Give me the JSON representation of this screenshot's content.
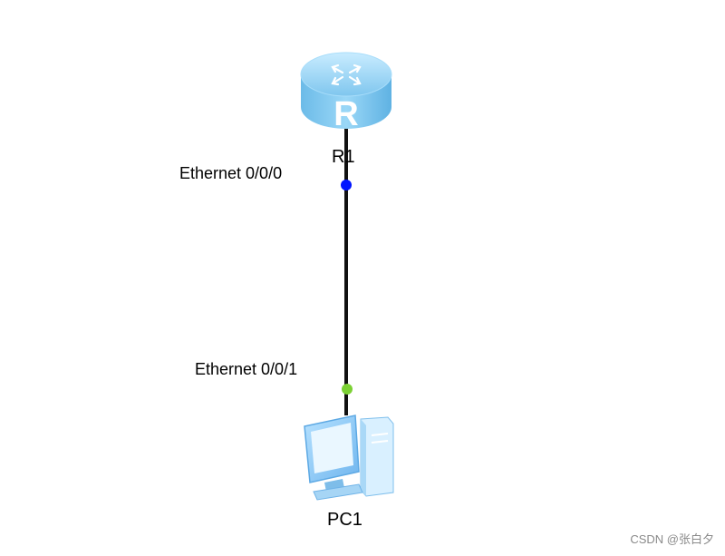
{
  "topology": {
    "router": {
      "name": "R1",
      "icon": "router-icon",
      "glyph": "R"
    },
    "pc": {
      "name": "PC1",
      "icon": "pc-icon"
    },
    "link": {
      "endpoint_a": {
        "port": "Ethernet 0/0/0",
        "status_color": "#0015ff"
      },
      "endpoint_b": {
        "port": "Ethernet 0/0/1",
        "status_color": "#7cd134"
      }
    }
  },
  "watermark": "CSDN @张白夕",
  "colors": {
    "router": "#8cd0f5",
    "pc": "#8cc8f5",
    "link": "#111111"
  }
}
